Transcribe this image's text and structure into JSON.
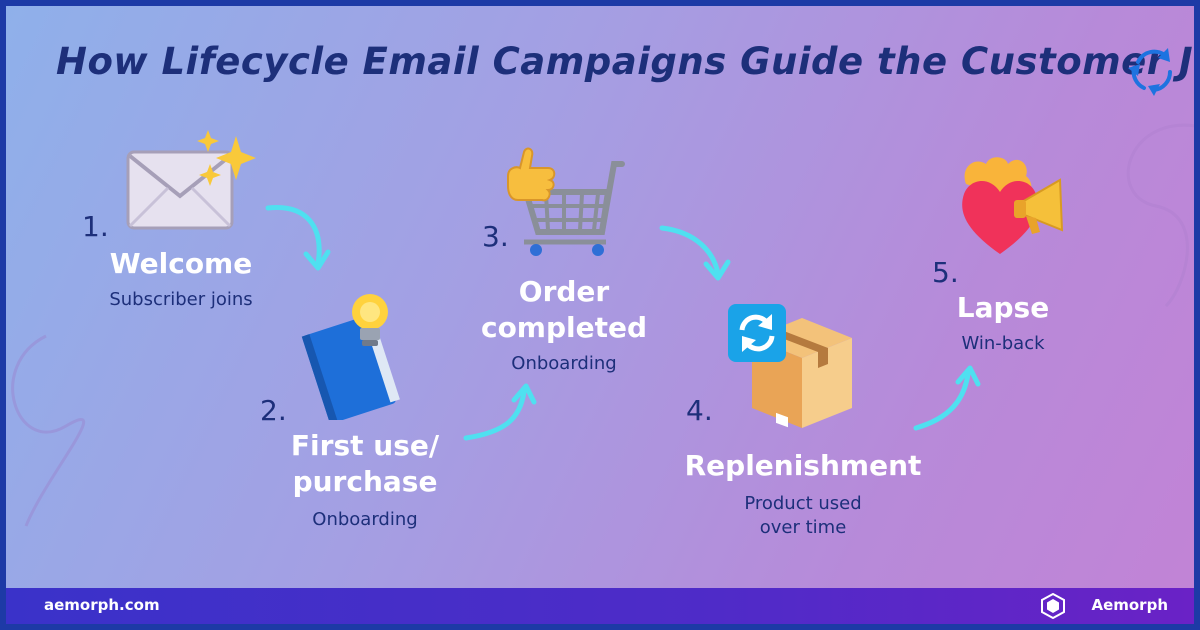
{
  "title": "How Lifecycle Email Campaigns Guide the Customer Journey",
  "steps": [
    {
      "number": "1.",
      "label": "Welcome",
      "sub": "Subscriber joins",
      "icon": "envelope-sparkles-icon"
    },
    {
      "number": "2.",
      "label_line1": "First use/",
      "label_line2": "purchase",
      "sub": "Onboarding",
      "icon": "book-lightbulb-icon"
    },
    {
      "number": "3.",
      "label_line1": "Order",
      "label_line2": "completed",
      "sub": "Onboarding",
      "icon": "cart-thumbs-up-icon"
    },
    {
      "number": "4.",
      "label": "Replenishment",
      "sub_line1": "Product used",
      "sub_line2": "over time",
      "icon": "package-refresh-icon"
    },
    {
      "number": "5.",
      "label": "Lapse",
      "sub": "Win-back",
      "icon": "heart-megaphone-icon"
    }
  ],
  "footer": {
    "url": "aemorph.com",
    "brand": "Aemorph"
  },
  "colors": {
    "title": "#1d2f7a",
    "arrow": "#4fe0f0",
    "border": "#1d3aa6",
    "footer": "#4f2bc8"
  }
}
